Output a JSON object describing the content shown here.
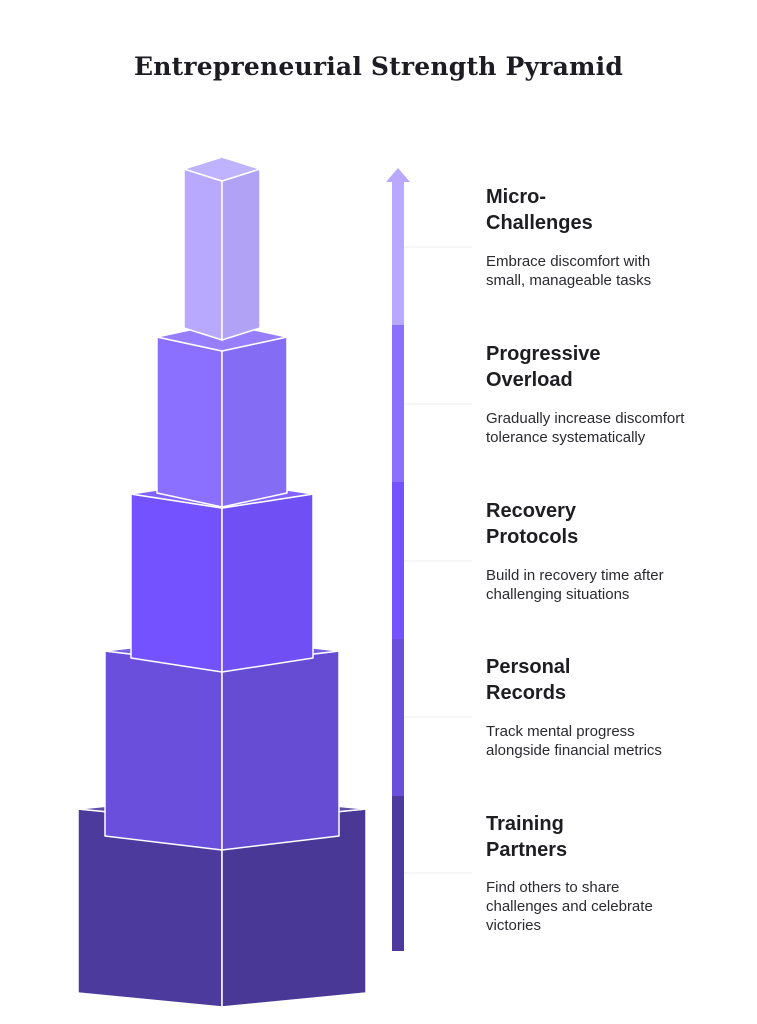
{
  "title": "Entrepreneurial Strength Pyramid",
  "levels": [
    {
      "heading_line1": "Micro-",
      "heading_line2": "Challenges",
      "description": "Embrace discomfort with small, manageable tasks",
      "color": "#b8a9ff"
    },
    {
      "heading_line1": "Progressive",
      "heading_line2": "Overload",
      "description": "Gradually increase discomfort tolerance systematically",
      "color": "#8b70ff"
    },
    {
      "heading_line1": "Recovery",
      "heading_line2": "Protocols",
      "description": "Build in recovery time after challenging situations",
      "color": "#7552ff"
    },
    {
      "heading_line1": "Personal",
      "heading_line2": "Records",
      "description": "Track mental progress alongside financial metrics",
      "color": "#6a4fdc"
    },
    {
      "heading_line1": "Training",
      "heading_line2": "Partners",
      "description": "Find others to share challenges and celebrate victories",
      "color": "#4c3a9c"
    }
  ]
}
